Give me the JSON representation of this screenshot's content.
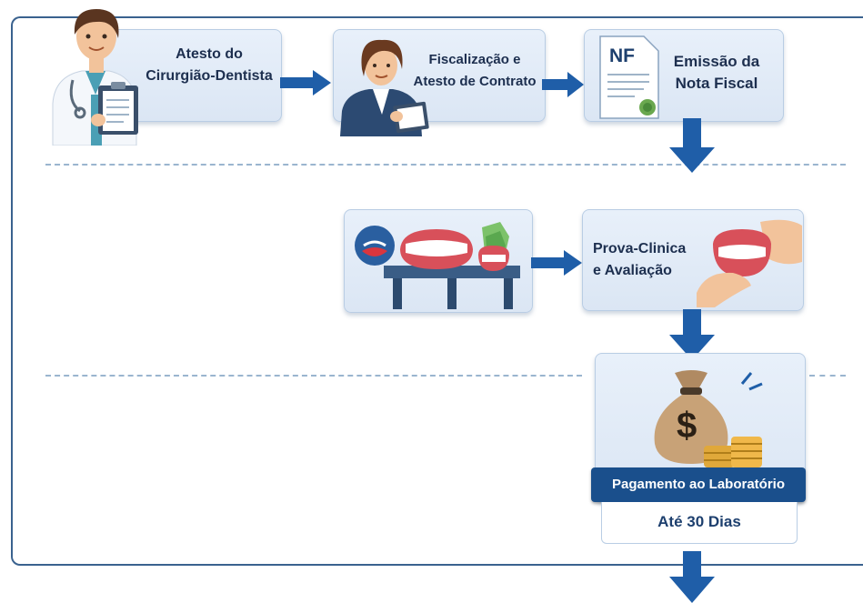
{
  "steps": {
    "atesto": {
      "line1": "Atesto do",
      "line2": "Cirurgião-Dentista"
    },
    "fiscalizacao": {
      "line1": "Fiscalização e",
      "line2": "Atesto de Contrato"
    },
    "emissao": {
      "badge": "NF",
      "line1": "Emissão da",
      "line2": "Nota Fiscal"
    },
    "prova": {
      "line1": "Prova-Clinica",
      "line2": "e Avaliação"
    },
    "pagamento": {
      "banner": "Pagamento ao Laboratório",
      "deadline": "Até 30 Dias",
      "currency_symbol": "$"
    }
  },
  "colors": {
    "arrow": "#1f5ea8",
    "frame": "#3a628f",
    "banner": "#1a4f8c"
  },
  "icons": [
    "dentist-icon",
    "inspector-icon",
    "invoice-icon",
    "dentures-icon",
    "dentures-fitting-icon",
    "money-bag-icon",
    "coins-icon"
  ]
}
